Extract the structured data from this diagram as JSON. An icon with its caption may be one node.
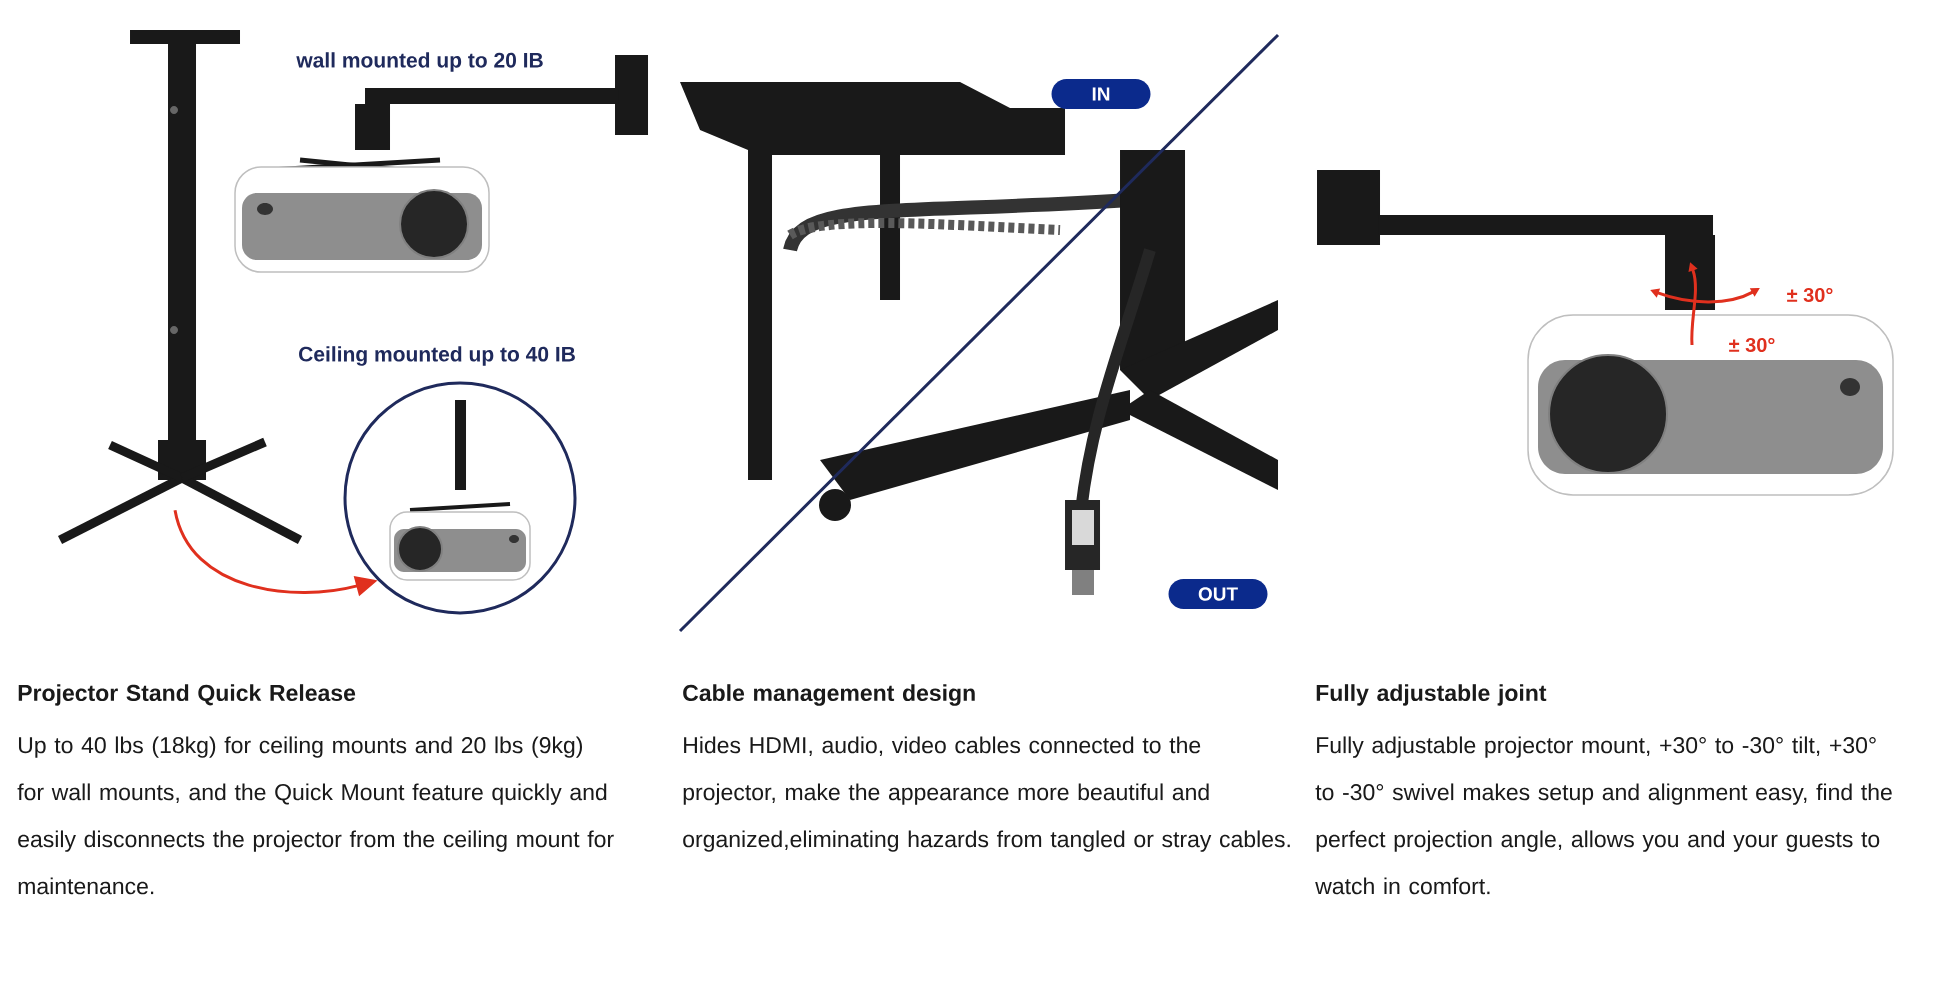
{
  "diagram": {
    "nodes": [
      {
        "text": [],
        "shape": "picture"
      },
      {
        "text": [],
        "shape": "circle"
      },
      {
        "text": [
          "IN"
        ]
      },
      {
        "text": [
          "OUT"
        ]
      }
    ],
    "edges": [
      {
        "from": 0,
        "to": 1,
        "arrow": "to",
        "color": "#e0301e"
      }
    ],
    "labels": [
      "wall mounted up to 20 IB",
      "Ceiling mounted up to 40 IB",
      "± 30°",
      "± 30°",
      "Projector Stand Quick Release",
      "Up to 40 lbs (18kg) for ceiling mounts and 20 lbs (9kg) for wall mounts, and the Quick Mount feature quickly and easily disconnects the projector from the ceiling mount for maintenance.",
      "Cable management design",
      "Hides HDMI, audio, video cables connected to the projector, make the appearance more beautiful and organized,eliminating hazards from tangled or stray cables.",
      "Fully adjustable joint",
      "Fully adjustable projector mount, +30° to -30° tilt, +30° to -30° swivel makes setup and alignment easy, find the perfect projection angle, allows you and your guests to watch in comfort."
    ]
  }
}
